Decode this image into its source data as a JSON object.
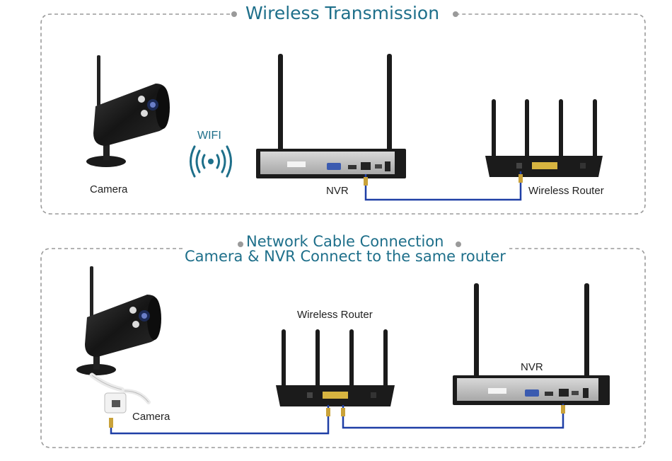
{
  "section1": {
    "title": "Wireless Transmission",
    "camera_label": "Camera",
    "wifi_label": "WIFI",
    "nvr_label": "NVR",
    "router_label": "Wireless Router"
  },
  "section2": {
    "title_line1": "Network Cable Connection",
    "title_line2": "Camera & NVR Connect to the same router",
    "camera_label": "Camera",
    "router_label": "Wireless Router",
    "nvr_label": "NVR"
  },
  "colors": {
    "title": "#1e6f8a",
    "cable": "#1f3fa6",
    "border": "#9a9a9a",
    "device": "#1b1b1b"
  }
}
